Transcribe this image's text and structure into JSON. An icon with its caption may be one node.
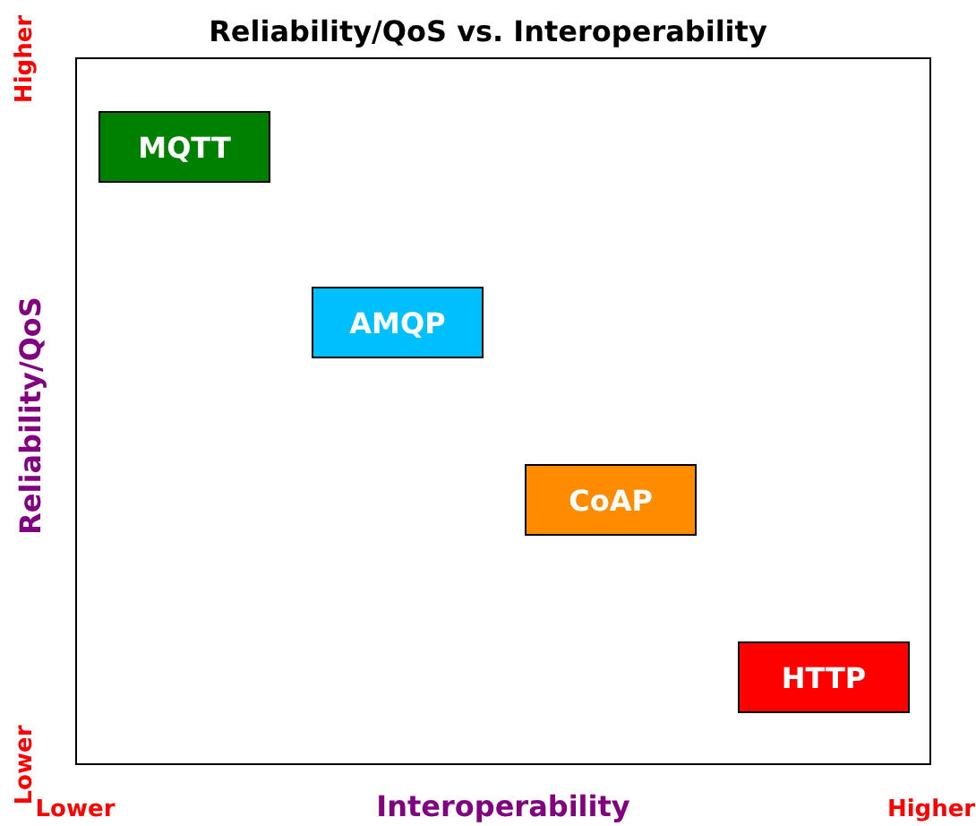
{
  "diagram": {
    "title": "Reliability/QoS vs. Interoperability",
    "nodes": [
      {
        "text": [
          "MQTT"
        ]
      },
      {
        "text": [
          "AMQP"
        ]
      },
      {
        "text": [
          "CoAP"
        ]
      },
      {
        "text": [
          "HTTP"
        ]
      }
    ],
    "labels": [
      "Higher",
      "Reliability/QoS",
      "Lower",
      "Lower",
      "Interoperability",
      "Higher"
    ]
  }
}
